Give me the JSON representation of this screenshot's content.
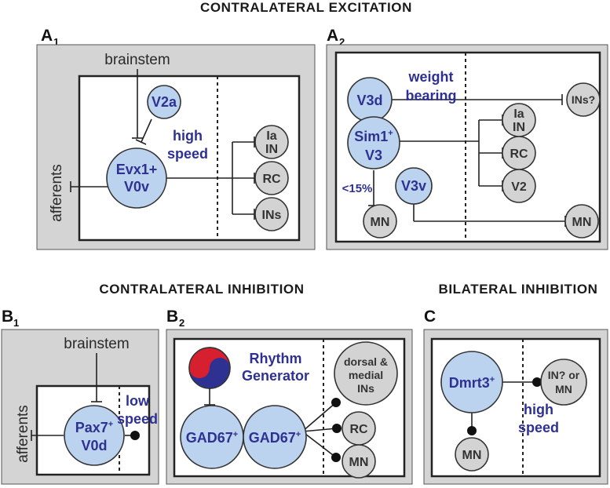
{
  "headings": {
    "excitation": "CONTRALATERAL EXCITATION",
    "inhibition": "CONTRALATERAL INHIBITION",
    "bilateral": "BILATERAL INHIBITION"
  },
  "panels": {
    "a1": {
      "letter": "A",
      "sub": "1",
      "brainstem": "brainstem",
      "afferents": "afferents",
      "v2a": "V2a",
      "evx1_line1": "Evx1+",
      "evx1_line2": "V0v",
      "speed_line1": "high",
      "speed_line2": "speed",
      "ia_line1": "Ia",
      "ia_line2": "IN",
      "rc": "RC",
      "ins": "INs"
    },
    "a2": {
      "letter": "A",
      "sub": "2",
      "v3d": "V3d",
      "weight_line1": "weight",
      "weight_line2": "bearing",
      "ins_q": "INs?",
      "sim1_main": "Sim1",
      "sim1_sup": "+",
      "sim1_line2": "V3",
      "v3v": "V3v",
      "pct": "<15%",
      "ia_line1": "Ia",
      "ia_line2": "IN",
      "rc": "RC",
      "v2": "V2",
      "mn_left": "MN",
      "mn_right": "MN"
    },
    "b1": {
      "letter": "B",
      "sub": "1",
      "brainstem": "brainstem",
      "afferents": "afferents",
      "pax7_main": "Pax7",
      "pax7_sup": "+",
      "pax7_line2": "V0d",
      "speed_line1": "low",
      "speed_line2": "speed"
    },
    "b2": {
      "letter": "B",
      "sub": "2",
      "rhythm_line1": "Rhythm",
      "rhythm_line2": "Generator",
      "gad_left_main": "GAD67",
      "gad_left_sup": "+",
      "gad_right_main": "GAD67",
      "gad_right_sup": "+",
      "dorsal_line1": "dorsal &",
      "dorsal_line2": "medial",
      "dorsal_line3": "INs",
      "rc": "RC",
      "mn": "MN"
    },
    "c": {
      "letter": "C",
      "dmrt3_main": "Dmrt3",
      "dmrt3_sup": "+",
      "target_line1": "IN? or",
      "target_line2": "MN",
      "speed_line1": "high",
      "speed_line2": "speed",
      "mn": "MN"
    }
  },
  "colors": {
    "panel_gray": "#d4d4d4",
    "cell_blue": "#bcd3ef",
    "cell_gray": "#d3d3d3",
    "label_blue": "#2e3192",
    "yin_red": "#d6202f",
    "yin_blue": "#2e3192"
  }
}
